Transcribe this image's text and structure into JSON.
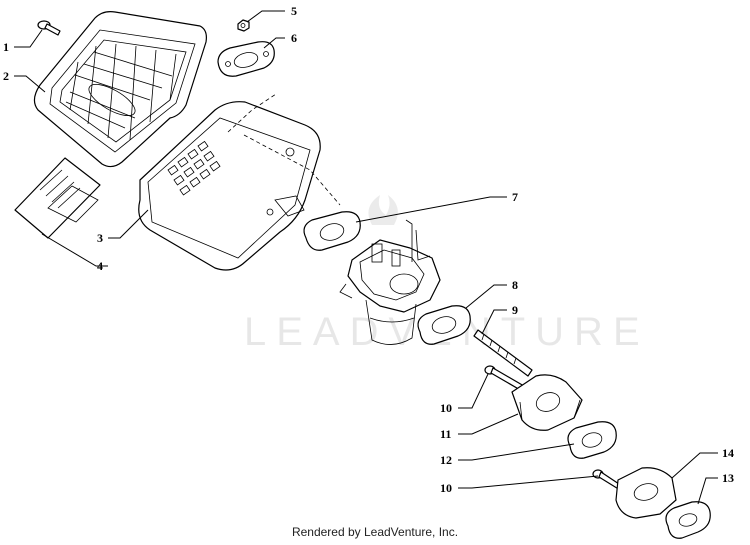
{
  "callouts": [
    {
      "id": "1",
      "label": "1"
    },
    {
      "id": "2",
      "label": "2"
    },
    {
      "id": "3",
      "label": "3"
    },
    {
      "id": "4",
      "label": "4"
    },
    {
      "id": "5",
      "label": "5"
    },
    {
      "id": "6",
      "label": "6"
    },
    {
      "id": "7",
      "label": "7"
    },
    {
      "id": "8",
      "label": "8"
    },
    {
      "id": "9",
      "label": "9"
    },
    {
      "id": "10a",
      "label": "10"
    },
    {
      "id": "11",
      "label": "11"
    },
    {
      "id": "12",
      "label": "12"
    },
    {
      "id": "10b",
      "label": "10"
    },
    {
      "id": "14",
      "label": "14"
    },
    {
      "id": "13",
      "label": "13"
    }
  ],
  "watermark": "LEADVENTURE",
  "footer": "Rendered by LeadVenture, Inc."
}
